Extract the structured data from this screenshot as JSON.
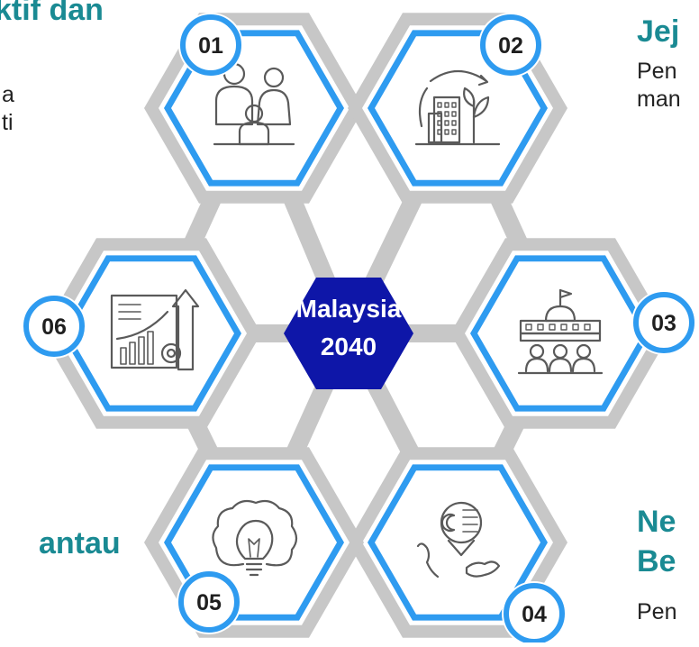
{
  "center": {
    "line1": "Malaysia",
    "line2": "2040"
  },
  "nodes": [
    {
      "number": "01",
      "icon": "family-icon"
    },
    {
      "number": "02",
      "icon": "sustainable-city-icon"
    },
    {
      "number": "03",
      "icon": "parliament-people-icon"
    },
    {
      "number": "04",
      "icon": "malaysia-map-flag-icon"
    },
    {
      "number": "05",
      "icon": "lightbulb-brain-icon"
    },
    {
      "number": "06",
      "icon": "economic-growth-chart-icon"
    }
  ],
  "side_text": {
    "top_left_title": "ktif dan",
    "top_left_lines": [
      "a",
      "ti"
    ],
    "top_right_title": "Jej",
    "top_right_lines": [
      "Pen",
      "man"
    ],
    "bottom_left_title": "antau",
    "bottom_right_title_lines": [
      "Ne",
      "Be"
    ],
    "bottom_right_line": "Pen"
  },
  "colors": {
    "teal": "#1a8a93",
    "center_fill": "#0e16a8",
    "ring_blue": "#2e9bf0",
    "frame_grey": "#c7c7c7",
    "icon_grey": "#5a5a5a"
  }
}
